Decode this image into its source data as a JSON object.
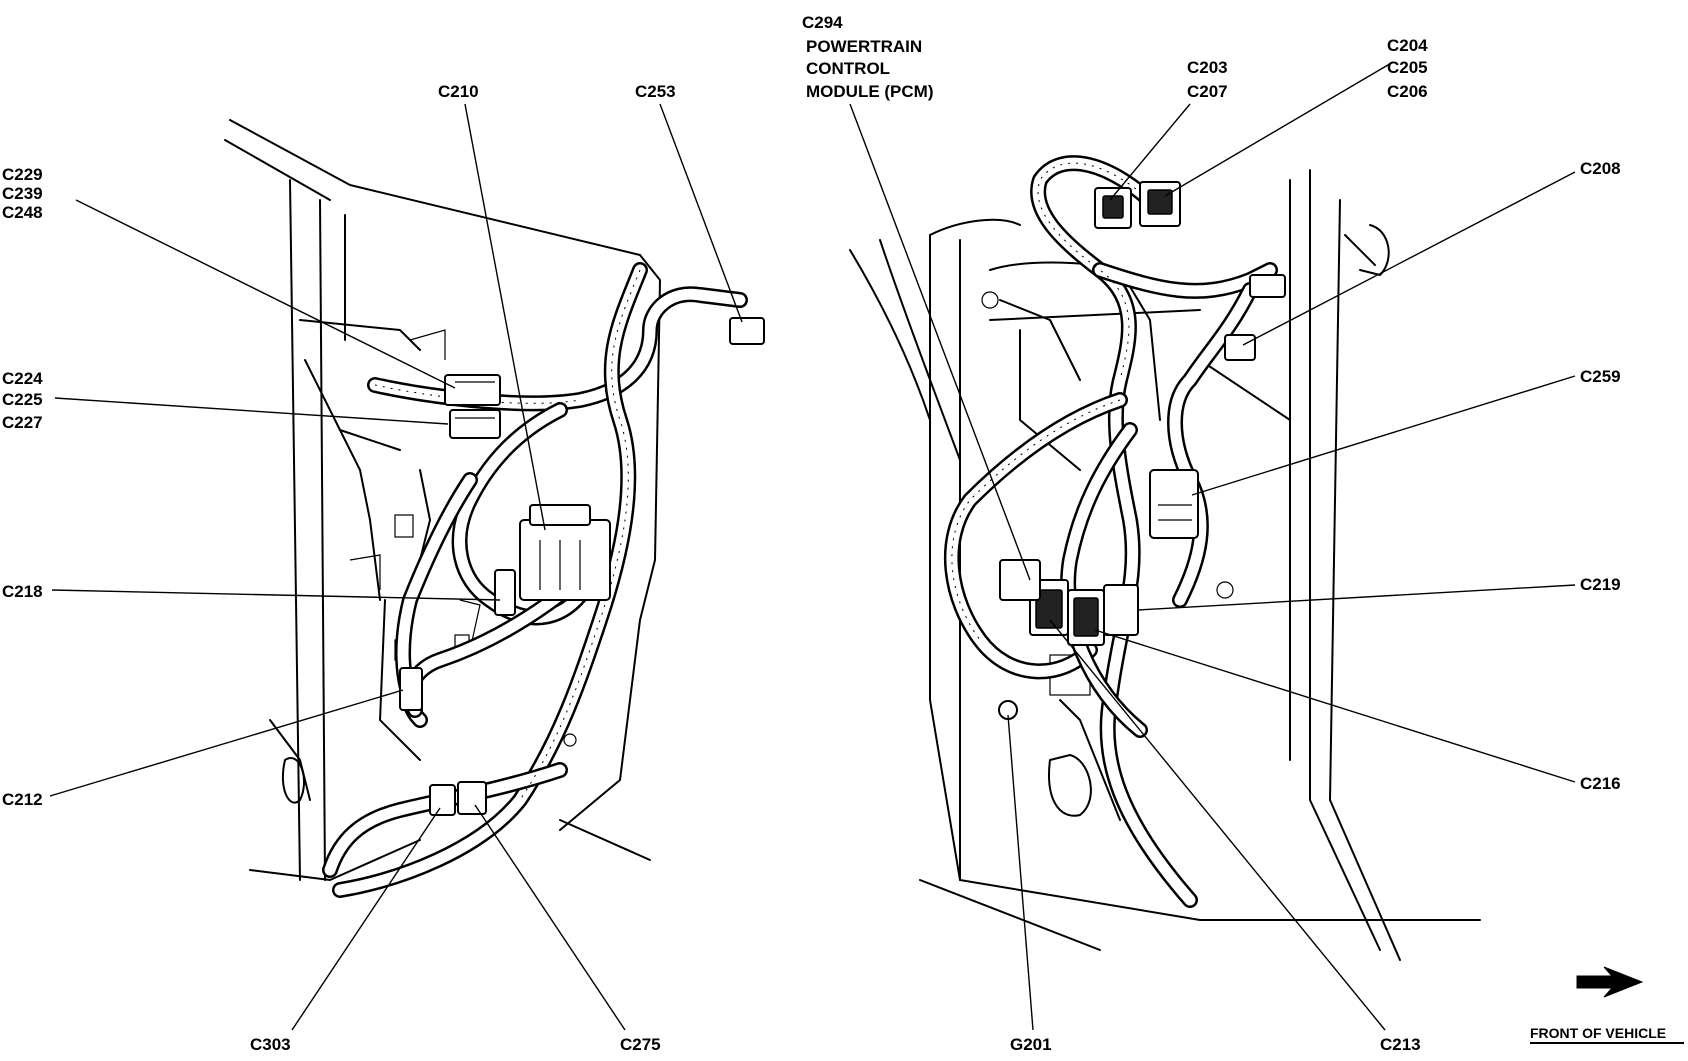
{
  "labels": {
    "c229": "C229",
    "c239": "C239",
    "c248": "C248",
    "c224": "C224",
    "c225": "C225",
    "c227": "C227",
    "c218": "C218",
    "c212": "C212",
    "c210": "C210",
    "c253": "C253",
    "c303": "C303",
    "c275": "C275",
    "c294": "C294",
    "pcm_line1": "POWERTRAIN",
    "pcm_line2": "CONTROL",
    "pcm_line3": "MODULE (PCM)",
    "c203": "C203",
    "c207": "C207",
    "c204": "C204",
    "c205": "C205",
    "c206": "C206",
    "c208": "C208",
    "c259": "C259",
    "c219": "C219",
    "c216": "C216",
    "c213": "C213",
    "g201": "G201",
    "front_of_vehicle": "FRONT OF VEHICLE"
  }
}
